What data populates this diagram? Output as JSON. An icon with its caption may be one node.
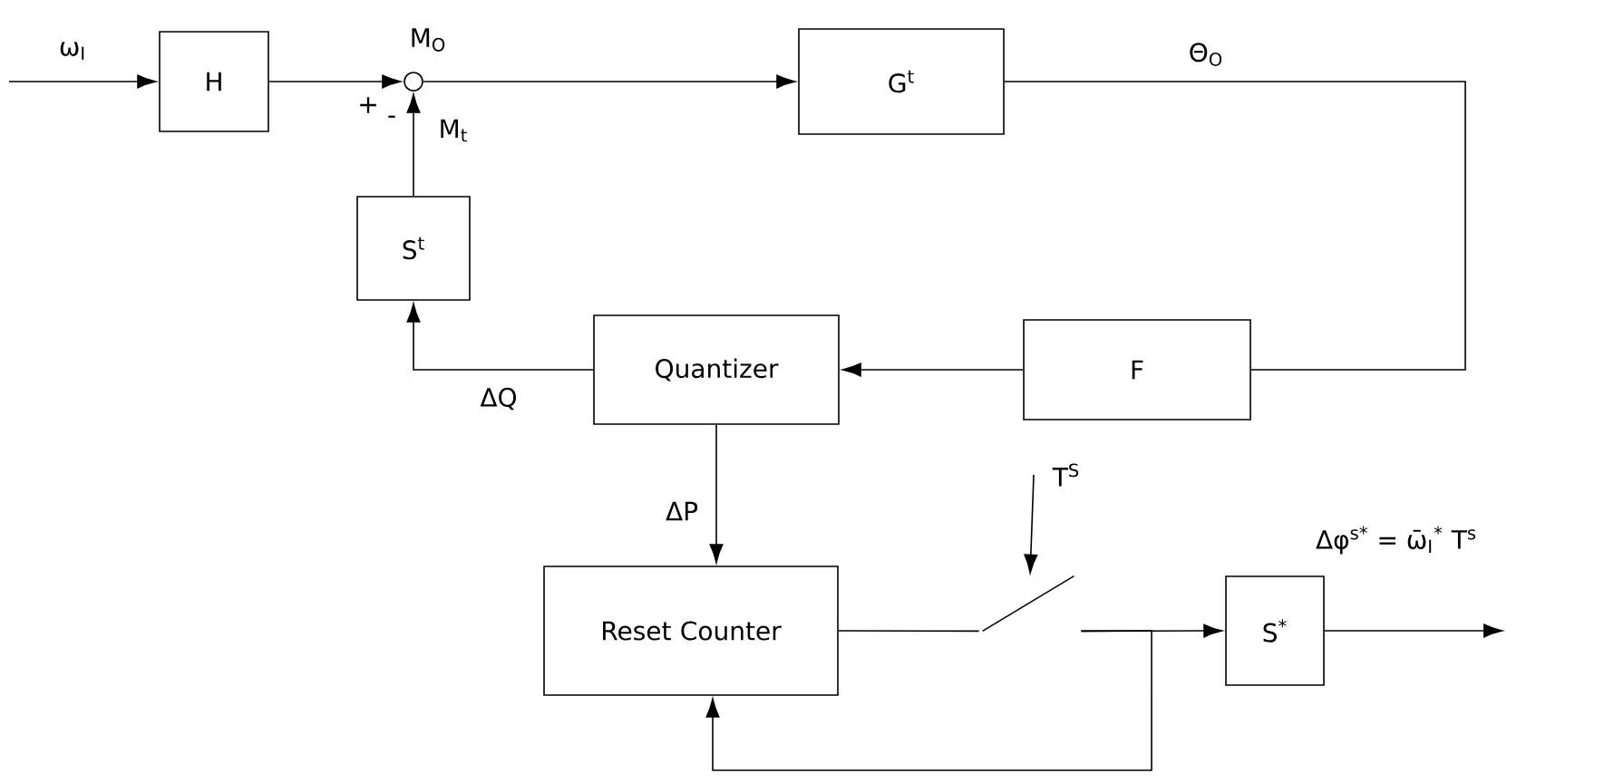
{
  "diagram": {
    "nodes": [
      {
        "text": [
          "H"
        ]
      },
      {
        "text": [],
        "shape": "circle"
      },
      {
        "text": [
          "G$^{t}$"
        ]
      },
      {
        "text": [
          "F"
        ]
      },
      {
        "text": [
          "Quantizer"
        ]
      },
      {
        "text": [
          "S$^{t}$"
        ]
      },
      {
        "text": [
          "Reset Counter"
        ]
      },
      {
        "text": [
          "S$^{*}$"
        ]
      },
      {
        "text": [],
        "shape": "switch"
      }
    ],
    "edges": [
      {
        "from": null,
        "to": 0,
        "arrow": "to",
        "label": "ω$_{I}$"
      },
      {
        "from": 0,
        "to": 1,
        "arrow": "to"
      },
      {
        "from": 1,
        "to": 2,
        "arrow": "to"
      },
      {
        "from": 2,
        "to": 3,
        "arrow": "none",
        "label": "Θ$_{O}$"
      },
      {
        "from": 3,
        "to": 4,
        "arrow": "to"
      },
      {
        "from": 4,
        "to": 5,
        "arrow": "to",
        "label": "ΔQ"
      },
      {
        "from": 5,
        "to": 1,
        "arrow": "to",
        "label": "M$_{t}$"
      },
      {
        "from": 4,
        "to": 6,
        "arrow": "to",
        "label": "ΔP"
      },
      {
        "from": 6,
        "to": 8,
        "arrow": "none"
      },
      {
        "from": 8,
        "to": 7,
        "arrow": "to"
      },
      {
        "from": 8,
        "to": 6,
        "arrow": "to"
      },
      {
        "from": 7,
        "to": null,
        "arrow": "to",
        "label": "Δφ$^{s*}$ = ω̄$_{I}$$^{*}$ T$^{s}$"
      },
      {
        "from": null,
        "to": 8,
        "arrow": "to",
        "label": "T$^{S}$"
      }
    ],
    "labels": [
      "M$_{O}$",
      "+",
      "-"
    ]
  }
}
